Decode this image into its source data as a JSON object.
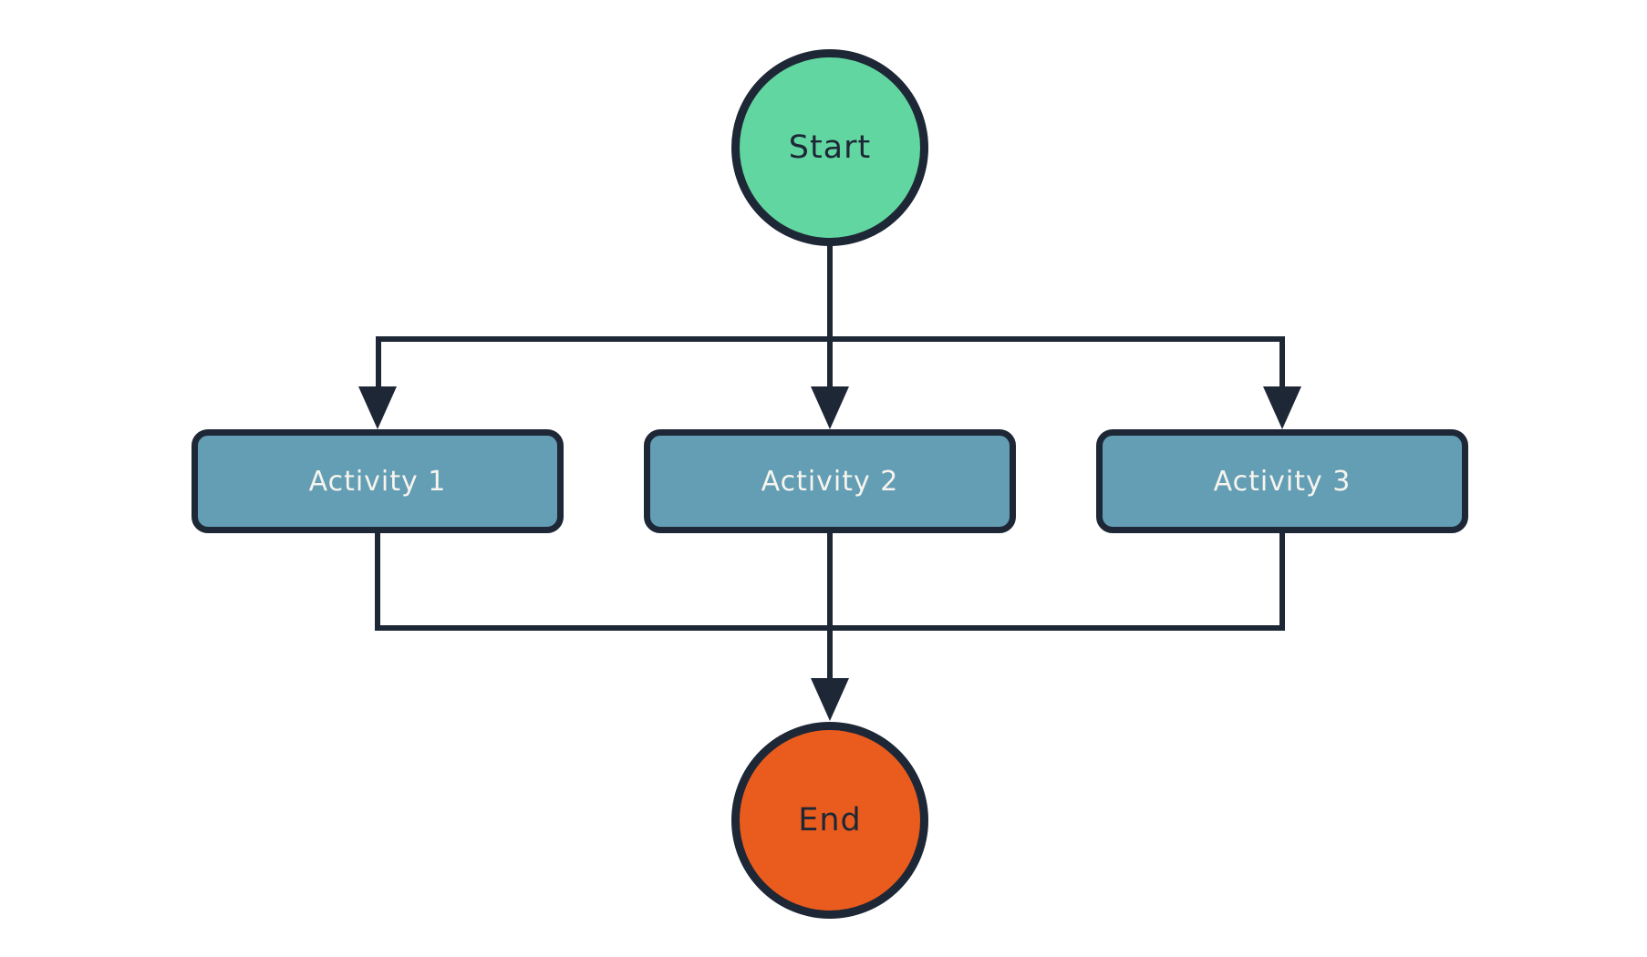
{
  "diagram": {
    "type": "flowchart",
    "nodes": {
      "start": {
        "label": "Start",
        "shape": "circle"
      },
      "activity1": {
        "label": "Activity 1",
        "shape": "rounded-rect"
      },
      "activity2": {
        "label": "Activity 2",
        "shape": "rounded-rect"
      },
      "activity3": {
        "label": "Activity 3",
        "shape": "rounded-rect"
      },
      "end": {
        "label": "End",
        "shape": "circle"
      }
    },
    "edges": [
      {
        "from": "start",
        "to": "activity1",
        "arrow": true
      },
      {
        "from": "start",
        "to": "activity2",
        "arrow": true
      },
      {
        "from": "start",
        "to": "activity3",
        "arrow": true
      },
      {
        "from": "activity1",
        "to": "end",
        "arrow": true
      },
      {
        "from": "activity2",
        "to": "end",
        "arrow": true
      },
      {
        "from": "activity3",
        "to": "end",
        "arrow": true
      }
    ]
  },
  "theme": {
    "background": "#ffffff",
    "line_color": "#1e2736",
    "start_fill": "#62d6a1",
    "end_fill": "#ea5c1d",
    "activity_fill": "#639eb4",
    "activity_text_color": "#f7f4ee",
    "terminal_text_color": "#1e2736"
  }
}
